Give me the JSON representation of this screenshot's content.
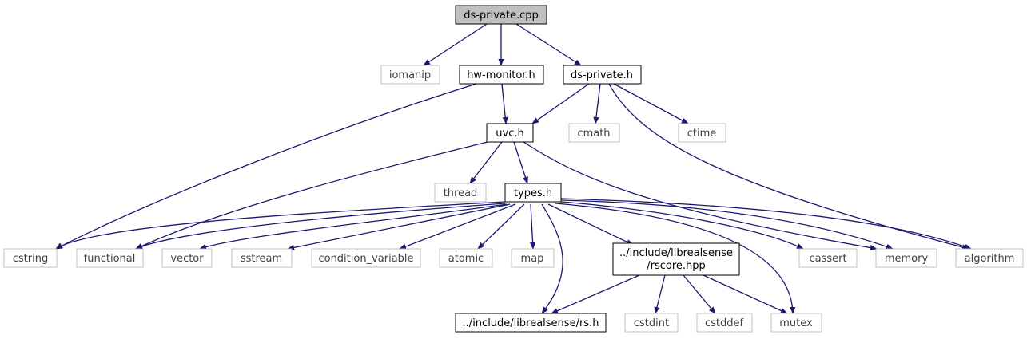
{
  "graph": {
    "colors": {
      "edge": "#191970",
      "local_border": "#000000",
      "external_border": "#bfbfbf",
      "root_fill": "#bfbfbf"
    },
    "nodes": {
      "ds_private_cpp": {
        "label": "ds-private.cpp",
        "kind": "root"
      },
      "iomanip": {
        "label": "iomanip",
        "kind": "external"
      },
      "hw_monitor_h": {
        "label": "hw-monitor.h",
        "kind": "local"
      },
      "ds_private_h": {
        "label": "ds-private.h",
        "kind": "local"
      },
      "uvc_h": {
        "label": "uvc.h",
        "kind": "local"
      },
      "cmath": {
        "label": "cmath",
        "kind": "external"
      },
      "ctime": {
        "label": "ctime",
        "kind": "external"
      },
      "thread": {
        "label": "thread",
        "kind": "external"
      },
      "types_h": {
        "label": "types.h",
        "kind": "local"
      },
      "cstring": {
        "label": "cstring",
        "kind": "external"
      },
      "functional": {
        "label": "functional",
        "kind": "external"
      },
      "vector": {
        "label": "vector",
        "kind": "external"
      },
      "sstream": {
        "label": "sstream",
        "kind": "external"
      },
      "condition_variable": {
        "label": "condition_variable",
        "kind": "external"
      },
      "atomic": {
        "label": "atomic",
        "kind": "external"
      },
      "map": {
        "label": "map",
        "kind": "external"
      },
      "rscore_hpp": {
        "label_line1": "../include/librealsense",
        "label_line2": "/rscore.hpp",
        "kind": "local"
      },
      "cassert": {
        "label": "cassert",
        "kind": "external"
      },
      "memory": {
        "label": "memory",
        "kind": "external"
      },
      "algorithm": {
        "label": "algorithm",
        "kind": "external"
      },
      "rs_h": {
        "label": "../include/librealsense/rs.h",
        "kind": "local"
      },
      "cstdint": {
        "label": "cstdint",
        "kind": "external"
      },
      "cstddef": {
        "label": "cstddef",
        "kind": "external"
      },
      "mutex": {
        "label": "mutex",
        "kind": "external"
      }
    },
    "edges": [
      [
        "ds_private_cpp",
        "iomanip"
      ],
      [
        "ds_private_cpp",
        "hw_monitor_h"
      ],
      [
        "ds_private_cpp",
        "ds_private_h"
      ],
      [
        "hw_monitor_h",
        "uvc_h"
      ],
      [
        "hw_monitor_h",
        "cstring"
      ],
      [
        "ds_private_h",
        "uvc_h"
      ],
      [
        "ds_private_h",
        "cmath"
      ],
      [
        "ds_private_h",
        "ctime"
      ],
      [
        "ds_private_h",
        "algorithm"
      ],
      [
        "uvc_h",
        "functional"
      ],
      [
        "uvc_h",
        "thread"
      ],
      [
        "uvc_h",
        "types_h"
      ],
      [
        "uvc_h",
        "memory"
      ],
      [
        "types_h",
        "cstring"
      ],
      [
        "types_h",
        "functional"
      ],
      [
        "types_h",
        "vector"
      ],
      [
        "types_h",
        "sstream"
      ],
      [
        "types_h",
        "condition_variable"
      ],
      [
        "types_h",
        "atomic"
      ],
      [
        "types_h",
        "map"
      ],
      [
        "types_h",
        "rs_h"
      ],
      [
        "types_h",
        "rscore_hpp"
      ],
      [
        "types_h",
        "mutex"
      ],
      [
        "types_h",
        "cassert"
      ],
      [
        "types_h",
        "memory"
      ],
      [
        "types_h",
        "algorithm"
      ],
      [
        "rscore_hpp",
        "rs_h"
      ],
      [
        "rscore_hpp",
        "cstdint"
      ],
      [
        "rscore_hpp",
        "cstddef"
      ],
      [
        "rscore_hpp",
        "mutex"
      ]
    ]
  }
}
